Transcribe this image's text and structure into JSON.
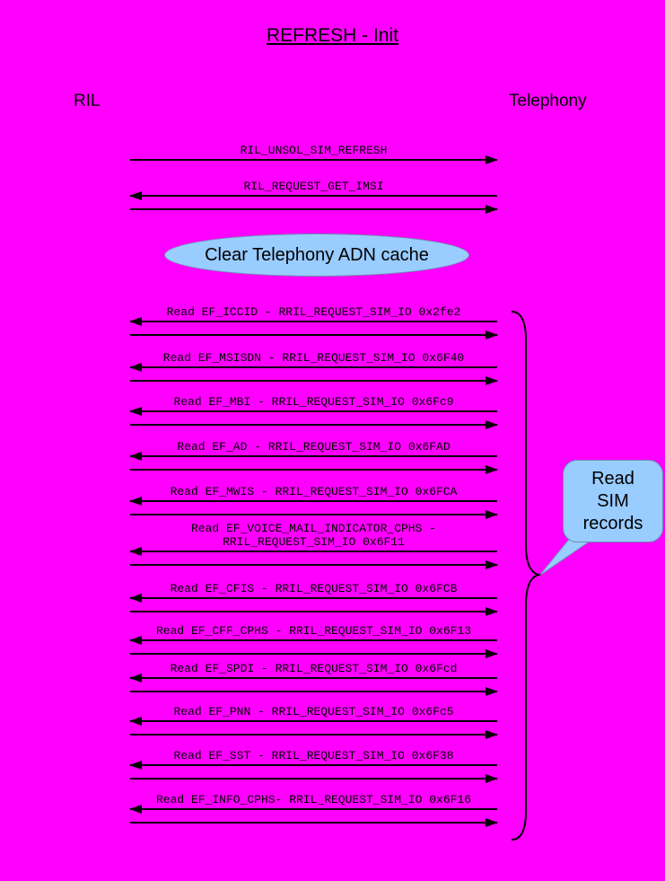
{
  "title": "REFRESH - Init",
  "actors": {
    "left": "RIL",
    "right": "Telephony"
  },
  "note": {
    "text": "Clear Telephony ADN cache"
  },
  "messages": [
    {
      "label": "RIL_UNSOL_SIM_REFRESH",
      "direction": "right"
    },
    {
      "label": "RIL_REQUEST_GET_IMSI",
      "direction": "both"
    },
    {
      "label": "Read EF_ICCID - RRIL_REQUEST_SIM_IO 0x2fe2",
      "direction": "both"
    },
    {
      "label": "Read EF_MSISDN - RRIL_REQUEST_SIM_IO 0x6F40",
      "direction": "both"
    },
    {
      "label": "Read EF_MBI - RRIL_REQUEST_SIM_IO 0x6Fc9",
      "direction": "both"
    },
    {
      "label": "Read EF_AD - RRIL_REQUEST_SIM_IO 0x6FAD",
      "direction": "both"
    },
    {
      "label": "Read EF_MWIS - RRIL_REQUEST_SIM_IO 0x6FCA",
      "direction": "both"
    },
    {
      "label": "Read EF_VOICE_MAIL_INDICATOR_CPHS - RRIL_REQUEST_SIM_IO 0x6F11",
      "direction": "both"
    },
    {
      "label": "Read EF_CFIS - RRIL_REQUEST_SIM_IO 0x6FCB",
      "direction": "both"
    },
    {
      "label": "Read EF_CFF_CPHS - RRIL_REQUEST_SIM_IO 0x6F13",
      "direction": "both"
    },
    {
      "label": "Read EF_SPDI - RRIL_REQUEST_SIM_IO 0x6Fcd",
      "direction": "both"
    },
    {
      "label": "Read EF_PNN - RRIL_REQUEST_SIM_IO 0x6Fc5",
      "direction": "both"
    },
    {
      "label": "Read EF_SST - RRIL_REQUEST_SIM_IO 0x6F38",
      "direction": "both"
    },
    {
      "label": "Read EF_INFO_CPHS- RRIL_REQUEST_SIM_IO 0x6F16",
      "direction": "both"
    }
  ],
  "group_callout": {
    "text": "Read SIM records"
  },
  "icons": {
    "arrow_left": "◄",
    "arrow_right": "►",
    "group_brace": "}"
  },
  "colors": {
    "background": "#FF00FF",
    "shape_fill": "#99CCFF",
    "line": "#000000"
  }
}
